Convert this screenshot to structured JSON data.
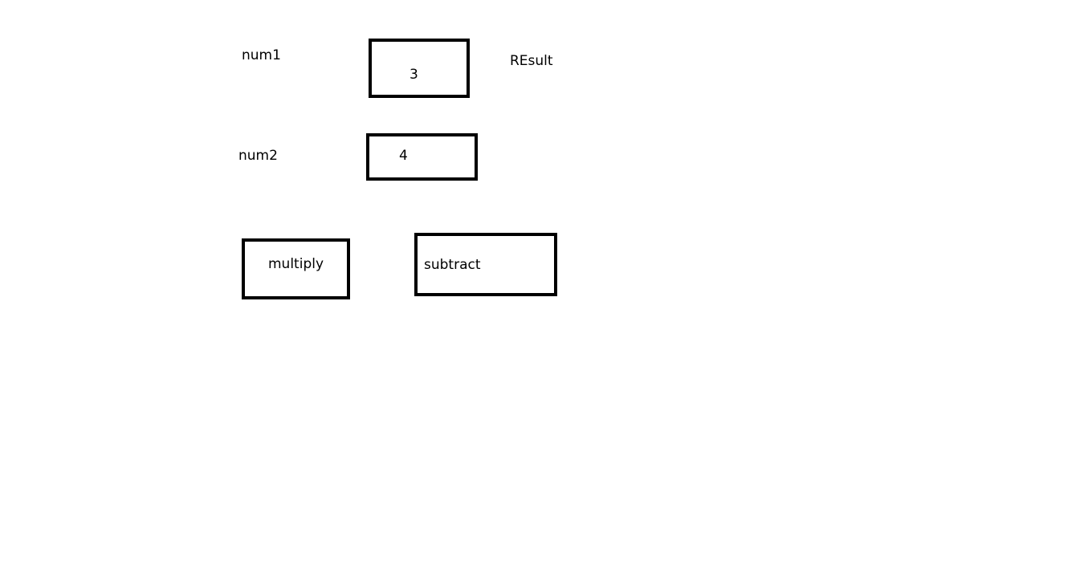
{
  "form": {
    "num1": {
      "label": "num1",
      "value": "3"
    },
    "num2": {
      "label": "num2",
      "value": "4"
    },
    "result": {
      "label": "REsult"
    }
  },
  "actions": {
    "multiply_label": "multiply",
    "subtract_label": "subtract"
  }
}
